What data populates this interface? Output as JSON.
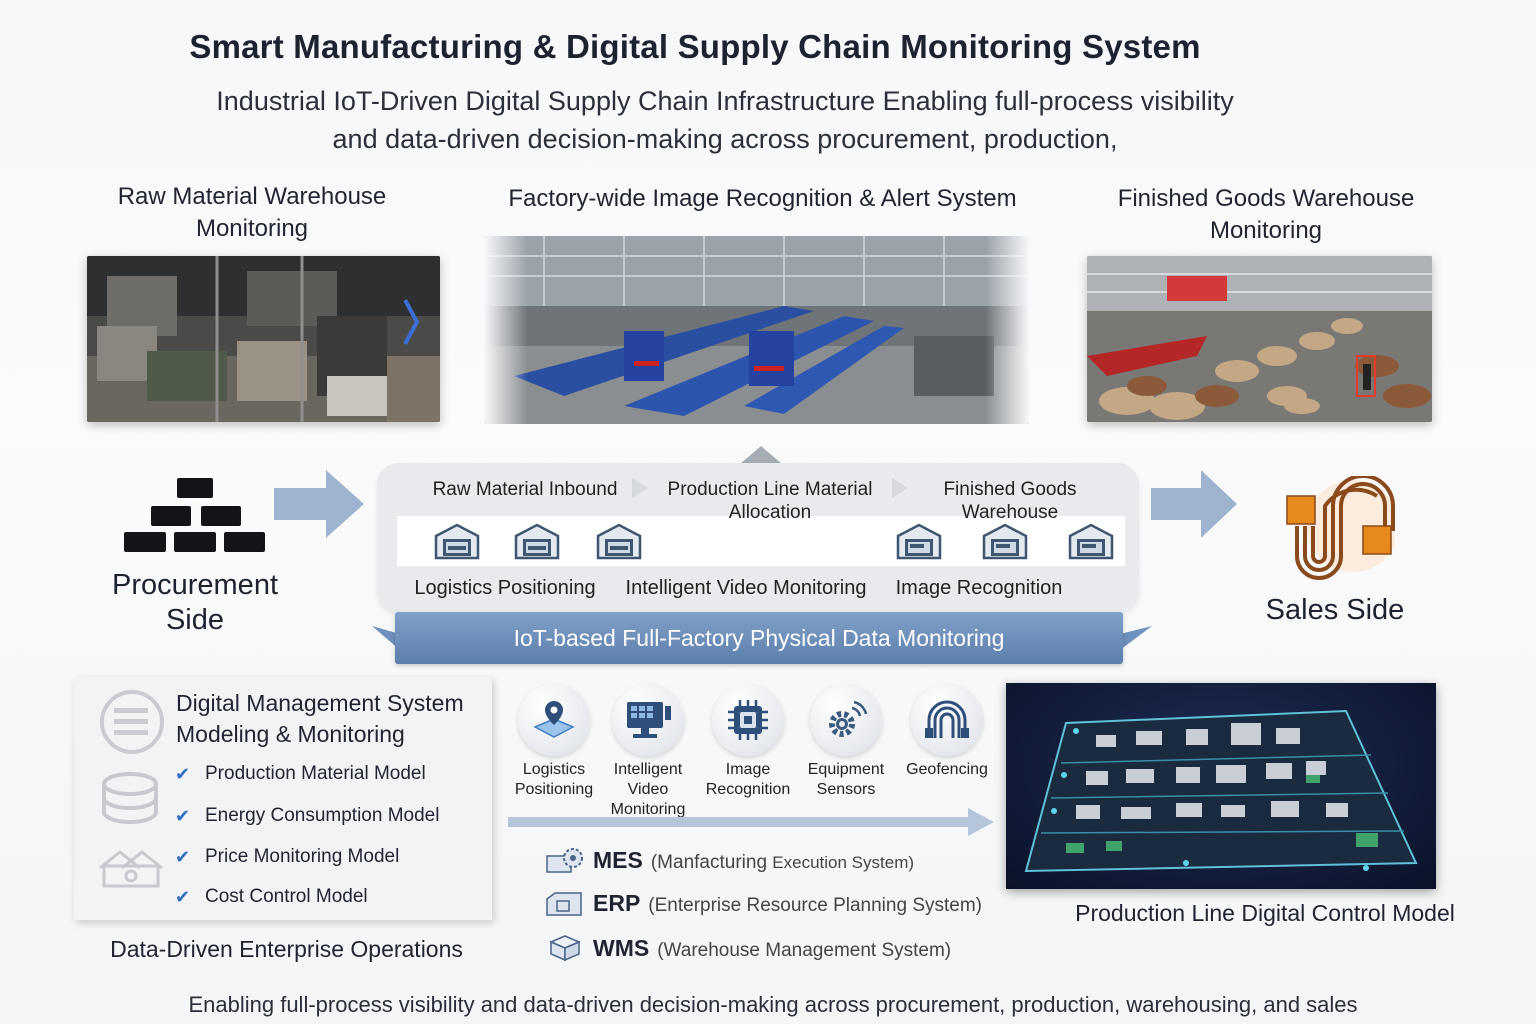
{
  "header": {
    "title": "Smart Manufacturing & Digital Supply Chain Monitoring System",
    "subtitle_line1": "Industrial IoT-Driven Digital Supply Chain Infrastructure Enabling full-process visibility",
    "subtitle_line2": "and data-driven decision-making across procurement, production,"
  },
  "top_sections": {
    "raw_material": {
      "line1": "Raw Material Warehouse",
      "line2": "Monitoring"
    },
    "factory": {
      "title": "Factory-wide Image Recognition & Alert System"
    },
    "finished_goods": {
      "line1": "Finished Goods Warehouse",
      "line2": "Monitoring"
    }
  },
  "process": {
    "steps": [
      {
        "line1": "Raw Material Inbound",
        "line2": ""
      },
      {
        "line1": "Production Line Material",
        "line2": "Allocation"
      },
      {
        "line1": "Finished Goods",
        "line2": "Warehouse"
      }
    ],
    "features": [
      "Logistics Positioning",
      "Intelligent Video Monitoring",
      "Image Recognition"
    ],
    "banner": "IoT-based Full-Factory Physical Data Monitoring",
    "warehouse_icons": [
      "warehouse-icon",
      "warehouse-icon",
      "warehouse-icon",
      "warehouse-icon",
      "warehouse-icon",
      "warehouse-icon"
    ]
  },
  "sides": {
    "procurement": {
      "line1": "Procurement",
      "line2": "Side",
      "icon": "stacked-bars-icon"
    },
    "sales": {
      "label": "Sales Side",
      "icon": "route-path-icon"
    }
  },
  "management": {
    "title_line1": "Digital Management System",
    "title_line2": "Modeling & Monitoring",
    "models": [
      "Production Material Model",
      "Energy Consumption Model",
      "Price Monitoring Model",
      "Cost Control Model"
    ],
    "caption": "Data-Driven Enterprise Operations",
    "check_mark": "✔"
  },
  "technologies": [
    {
      "line1": "Logistics",
      "line2": "Positioning",
      "line3": "",
      "icon": "map-pin-icon"
    },
    {
      "line1": "Intelligent",
      "line2": "Video",
      "line3": "Monitoring",
      "icon": "monitor-icon"
    },
    {
      "line1": "Image",
      "line2": "Recognition",
      "line3": "",
      "icon": "chip-icon"
    },
    {
      "line1": "Equipment",
      "line2": "Sensors",
      "line3": "",
      "icon": "gear-sensor-icon"
    },
    {
      "line1": "Geofencing",
      "line2": "",
      "line3": "",
      "icon": "geofence-icon"
    }
  ],
  "systems": [
    {
      "abbr": "MES",
      "full_a": "(Manfacturing",
      "full_b": "Execution System)",
      "icon": "factory-gear-icon"
    },
    {
      "abbr": "ERP",
      "full_a": "(Enterprise Resource Planning System)",
      "full_b": "",
      "icon": "building-icon"
    },
    {
      "abbr": "WMS",
      "full_a": "(Warehouse Management System)",
      "full_b": "",
      "icon": "box-icon"
    }
  ],
  "digital_model": {
    "caption": "Production Line Digital Control Model"
  },
  "footer": "Enabling full-process visibility and data-driven decision-making across procurement, production, warehousing, and sales",
  "colors": {
    "accent_blue": "#5c7fab",
    "arrow_blue": "#9fb4cf",
    "sales_orange": "#e8891e",
    "sales_brown": "#8a4a1c"
  }
}
